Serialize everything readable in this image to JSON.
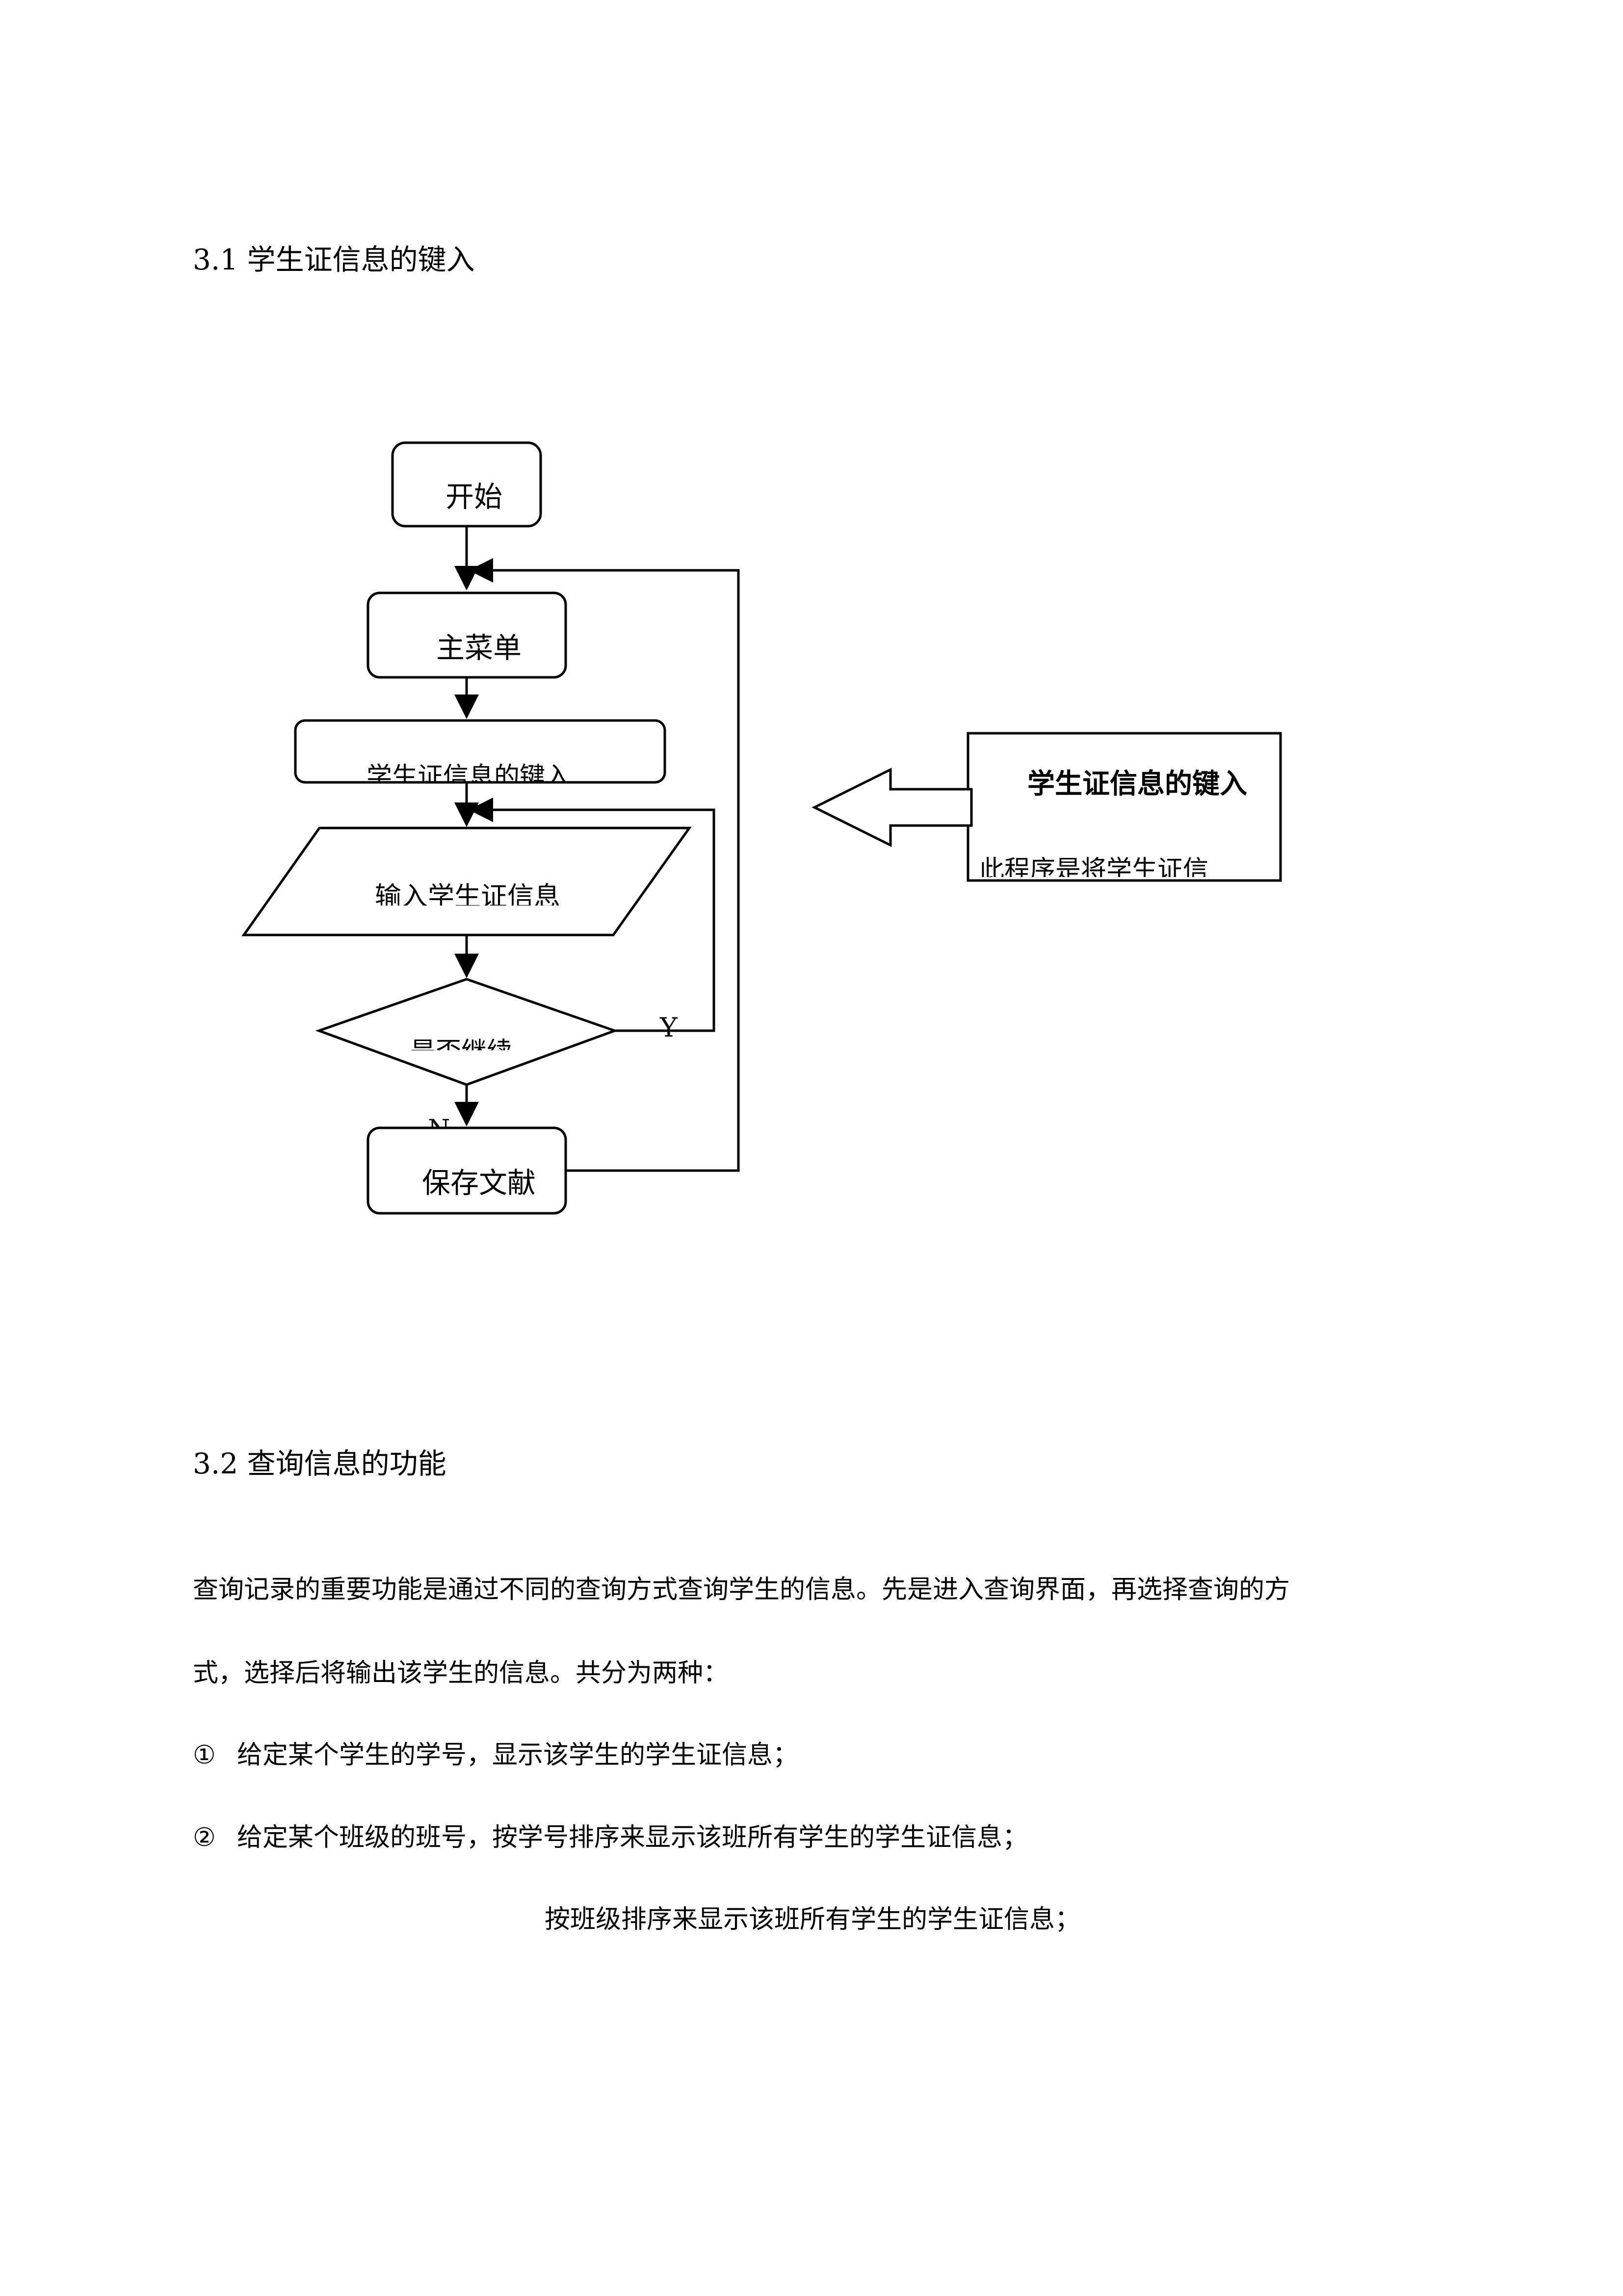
{
  "section1": {
    "title": "3.1 学生证信息的键入"
  },
  "flowchart": {
    "start": "开始",
    "main_menu": "主菜单",
    "entry": "学生证信息的键入",
    "input": "输入学生证信息",
    "continue_question": "是否继续",
    "yes_label": "Y",
    "no_label": "N",
    "save": "保存文献"
  },
  "callout": {
    "title": "学生证信息的键入",
    "description": "此程序是将学生证信"
  },
  "section2": {
    "title": "3.2  查询信息的功能",
    "paragraph_line1": "查询记录的重要功能是通过不同的查询方式查询学生的信息。先是进入查询界面，再选择查询的方",
    "paragraph_line2": "式，选择后将输出该学生的信息。共分为两种：",
    "items": [
      {
        "marker": "①",
        "text": "给定某个学生的学号，显示该学生的学生证信息；"
      },
      {
        "marker": "②",
        "text": "给定某个班级的班号，按学号排序来显示该班所有学生的学生证信息；"
      }
    ],
    "item2_continuation": "按班级排序来显示该班所有学生的学生证信息；"
  }
}
